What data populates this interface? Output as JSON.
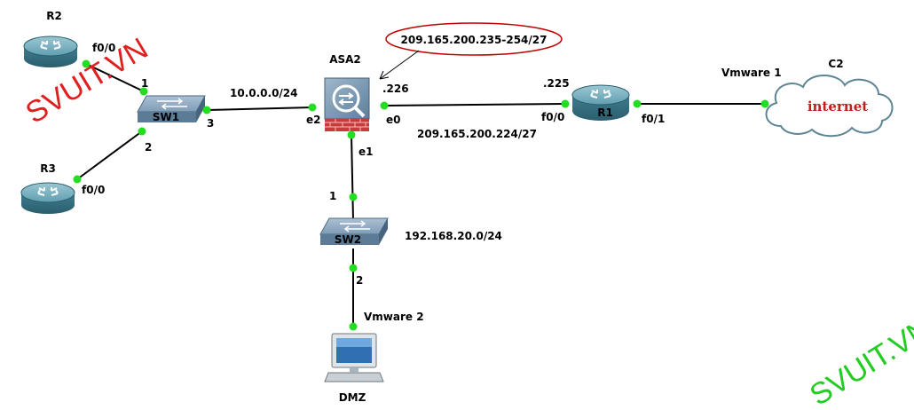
{
  "devices": {
    "r2": "R2",
    "r3": "R3",
    "sw1": "SW1",
    "sw2": "SW2",
    "asa": "ASA2",
    "r1": "R1",
    "cloud": "C2",
    "cloud_text": "internet",
    "dmz": "DMZ"
  },
  "ports": {
    "r2_f00": "f0/0",
    "sw1_1": "1",
    "sw1_2": "2",
    "sw1_3": "3",
    "r3_f00": "f0/0",
    "asa_e2": "e2",
    "asa_e0": "e0",
    "asa_e1": "e1",
    "r1_f00": "f0/0",
    "r1_f01": "f0/1",
    "sw2_1": "1",
    "sw2_2": "2"
  },
  "networks": {
    "inside": "10.0.0.0/24",
    "outside": "209.165.200.224/27",
    "dmz": "192.168.20.0/24",
    "pool": "209.165.200.235-254/27"
  },
  "addresses": {
    "asa_outside": ".226",
    "r1_outside": ".225"
  },
  "links": {
    "vmware1": "Vmware 1",
    "vmware2": "Vmware 2"
  },
  "watermark": {
    "text": "SVUIT.VN",
    "color_left": "#e02020",
    "color_right": "#22cc22"
  },
  "colors": {
    "link_dot": "#22dd22",
    "callout": "#c00000",
    "router": "#4a8c9e",
    "switch": "#6f8ea8"
  }
}
